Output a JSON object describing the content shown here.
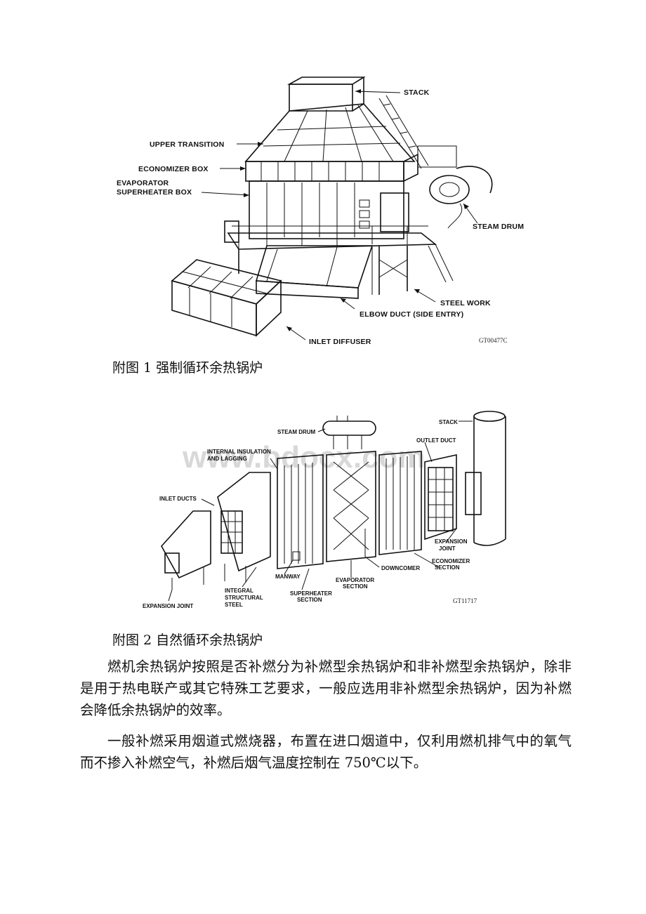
{
  "figure1": {
    "labels": {
      "stack": "STACK",
      "upper_transition": "UPPER TRANSITION",
      "economizer_box": "ECONOMIZER BOX",
      "evaporator": "EVAPORATOR",
      "superheater_box": "SUPERHEATER BOX",
      "steam_drum": "STEAM DRUM",
      "steel_work": "STEEL WORK",
      "elbow_duct": "ELBOW DUCT (SIDE ENTRY)",
      "inlet_diffuser": "INLET DIFFUSER",
      "code": "GT00477C"
    },
    "caption": "附图 1 强制循环余热锅炉"
  },
  "figure2": {
    "labels": {
      "steam_drum": "STEAM DRUM",
      "stack": "STACK",
      "internal_insulation_1": "INTERNAL INSULATION",
      "internal_insulation_2": "AND LAGGING",
      "outlet_duct": "OUTLET DUCT",
      "inlet_ducts": "INLET DUCTS",
      "expansion_joint_right_1": "EXPANSION",
      "expansion_joint_right_2": "JOINT",
      "economizer_1": "ECONOMIZER",
      "economizer_2": "SECTION",
      "downcomer": "DOWNCOMER",
      "manway": "MANWAY",
      "evaporator_1": "EVAPORATOR",
      "evaporator_2": "SECTION",
      "integral_1": "INTEGRAL",
      "integral_2": "STRUCTURAL",
      "integral_3": "STEEL",
      "superheater_1": "SUPERHEATER",
      "superheater_2": "SECTION",
      "expansion_joint_left": "EXPANSION JOINT",
      "code": "GT11717",
      "watermark": "www.bdocx.com"
    },
    "caption": "附图 2 自然循环余热锅炉"
  },
  "paragraphs": [
    "燃机余热锅炉按照是否补燃分为补燃型余热锅炉和非补燃型余热锅炉，除非是用于热电联产或其它特殊工艺要求，一般应选用非补燃型余热锅炉，因为补燃会降低余热锅炉的效率。",
    "一般补燃采用烟道式燃烧器，布置在进口烟道中，仅利用燃机排气中的氧气而不掺入补燃空气，补燃后烟气温度控制在 750℃以下。"
  ]
}
